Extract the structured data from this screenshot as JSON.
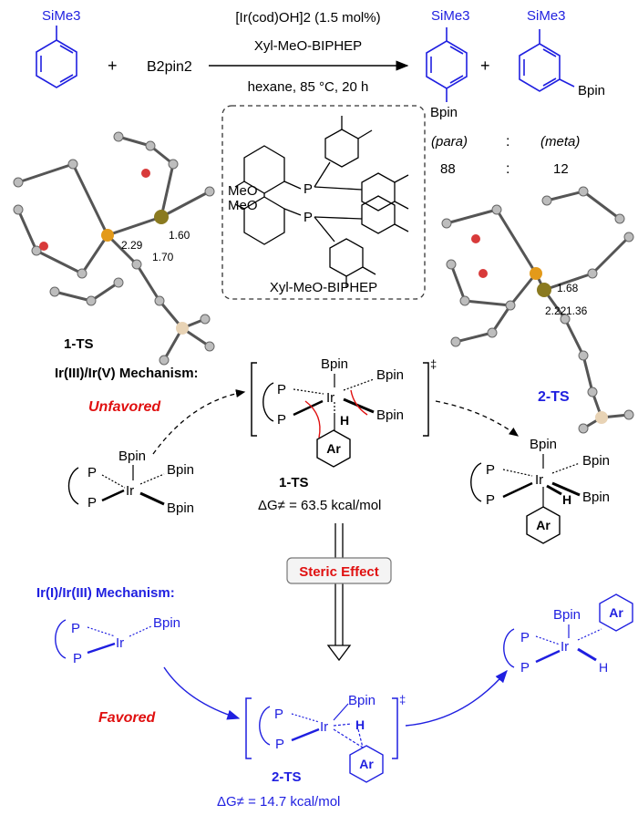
{
  "colors": {
    "blue": "#1f1fe0",
    "red": "#e01010",
    "black": "#000000",
    "gray": "#7a7a7a",
    "orange": "#e39a1a",
    "olive": "#8a7a20"
  },
  "reaction": {
    "reactant_group": "SiMe3",
    "plus": "+",
    "reagent": "B2pin2",
    "catalyst": "[Ir(cod)OH]2 (1.5 mol%)",
    "ligand": "Xyl-MeO-BIPHEP",
    "conditions": "hexane, 85 °C, 20 h",
    "product_para_group": "SiMe3",
    "product_para_boryl": "Bpin",
    "product_meta_group": "SiMe3",
    "product_meta_boryl": "Bpin",
    "para_label": "(para)",
    "meta_label": "(meta)",
    "colon": ":",
    "para_ratio": "88",
    "meta_ratio": "12"
  },
  "ligand_box": {
    "ome_top": "MeO",
    "ome_bottom": "MeO",
    "p_top": "P",
    "p_bottom": "P",
    "label": "Xyl-MeO-BIPHEP"
  },
  "ts_models": {
    "left_label": "1-TS",
    "left_d1": "1.60",
    "left_d2": "2.29",
    "left_d3": "1.70",
    "right_label": "2-TS",
    "right_d1": "1.68",
    "right_d2": "2.22",
    "right_d3": "1.36"
  },
  "mechanism_v": {
    "title": "Ir(III)/Ir(V) Mechanism:",
    "tag": "Unfavored",
    "start_p1": "P",
    "start_p2": "P",
    "start_ir": "Ir",
    "start_b1": "Bpin",
    "start_b2": "Bpin",
    "start_b3": "Bpin",
    "ts_p1": "P",
    "ts_p2": "P",
    "ts_ir": "Ir",
    "ts_b1": "Bpin",
    "ts_b2": "Bpin",
    "ts_b3": "Bpin",
    "ts_h": "H",
    "ts_ar": "Ar",
    "ts_dagger": "‡",
    "ts_label": "1-TS",
    "ts_dg": "ΔG≠ = 63.5 kcal/mol",
    "prod_p1": "P",
    "prod_p2": "P",
    "prod_ir": "Ir",
    "prod_b1": "Bpin",
    "prod_b2": "Bpin",
    "prod_b3": "Bpin",
    "prod_h": "H",
    "prod_ar": "Ar"
  },
  "steric": {
    "label": "Steric Effect"
  },
  "mechanism_i": {
    "title": "Ir(I)/Ir(III) Mechanism:",
    "tag": "Favored",
    "start_p1": "P",
    "start_p2": "P",
    "start_ir": "Ir",
    "start_b": "Bpin",
    "ts_p1": "P",
    "ts_p2": "P",
    "ts_ir": "Ir",
    "ts_b": "Bpin",
    "ts_h": "H",
    "ts_ar": "Ar",
    "ts_dagger": "‡",
    "ts_label": "2-TS",
    "ts_dg": "ΔG≠ = 14.7 kcal/mol",
    "prod_p1": "P",
    "prod_p2": "P",
    "prod_ir": "Ir",
    "prod_b": "Bpin",
    "prod_h": "H",
    "prod_ar": "Ar"
  }
}
